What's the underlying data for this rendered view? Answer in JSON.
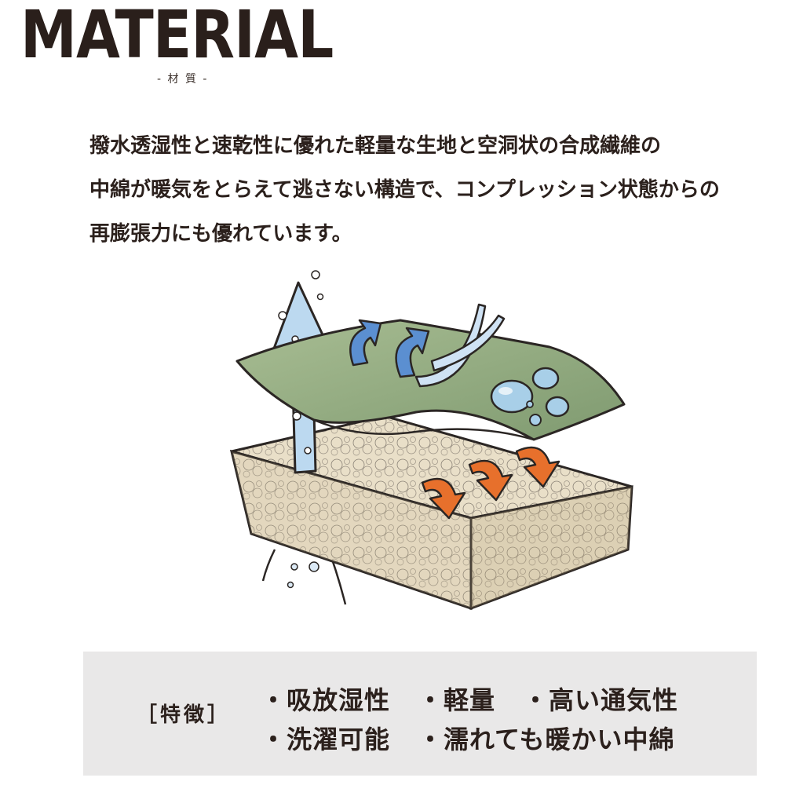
{
  "header": {
    "title": "MATERIAL",
    "subtitle": "- 材 質 -"
  },
  "description": {
    "lines": [
      "撥水透湿性と速乾性に優れた軽量な生地と空洞状の合成繊維の",
      "中綿が暖気をとらえて逃さない構造で、コンプレッション状態からの",
      "再膨張力にも優れています。"
    ]
  },
  "illustration": {
    "icons": [
      "moisture-up-arrow-icon",
      "airflow-arrows-icon",
      "water-droplets-icon",
      "warmth-down-arrows-icon",
      "insulation-fill-block-icon"
    ],
    "colors": {
      "fabric_green": "#9cb38a",
      "arrow_blue": "#5b8fd1",
      "arrow_light_blue": "#bcd9f0",
      "arrow_orange": "#e7702c",
      "fill_beige": "#e8dcc2",
      "outline": "#2b2624"
    }
  },
  "features": {
    "label": "［特徴］",
    "items": [
      "・吸放湿性",
      "・軽量",
      "・高い通気性",
      "・洗濯可能",
      "・濡れても暖かい中綿"
    ],
    "background": "#e9e8e8"
  }
}
